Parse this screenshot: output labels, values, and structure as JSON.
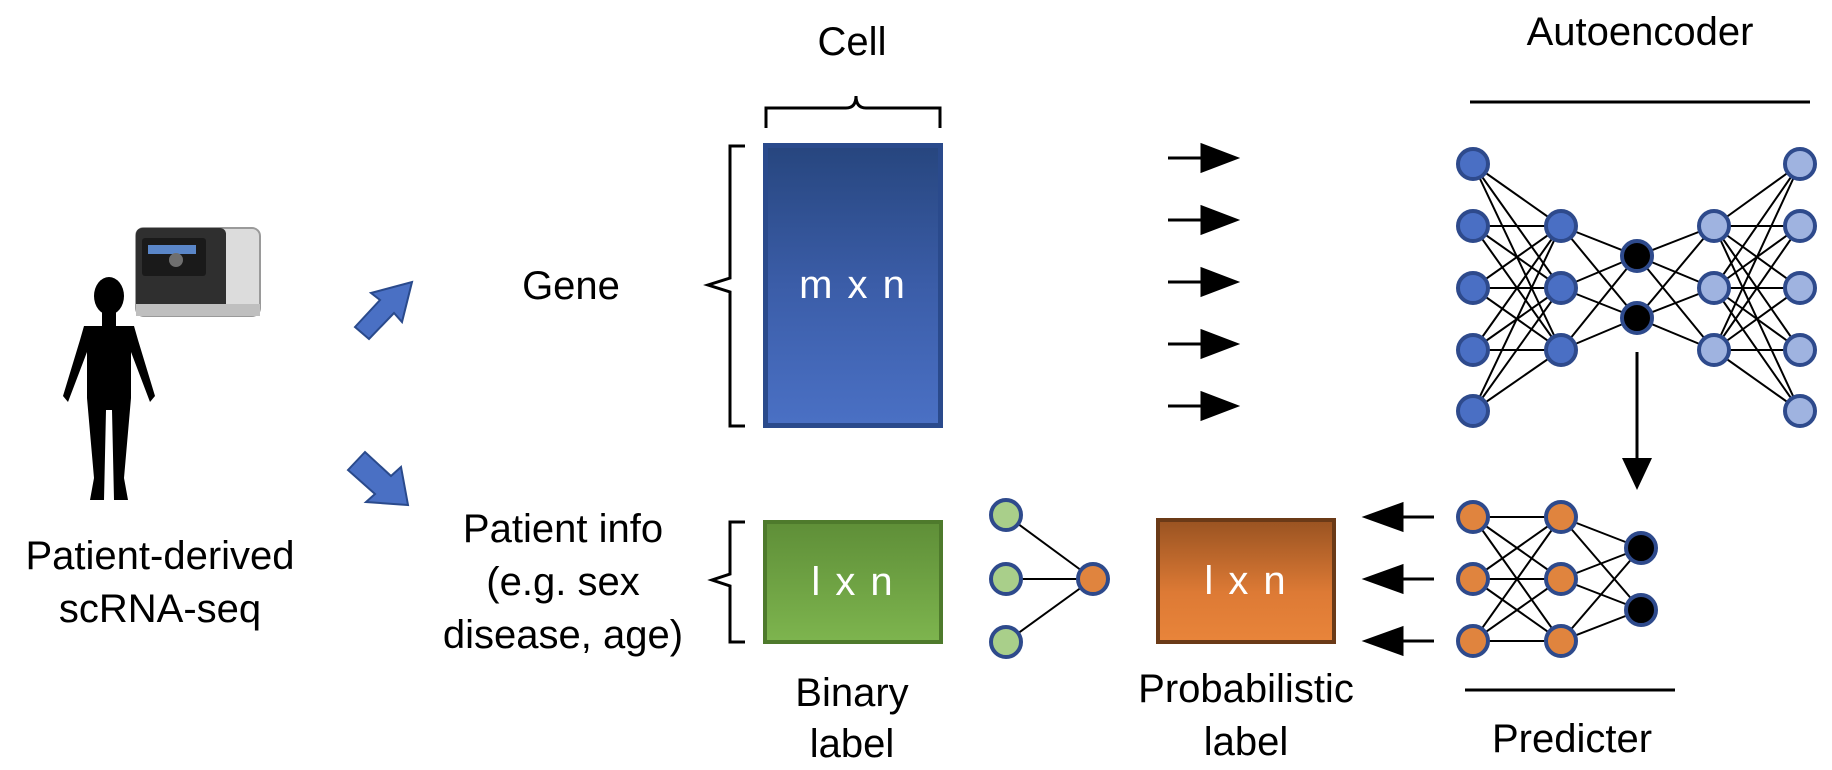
{
  "labels": {
    "source_line1": "Patient-derived",
    "source_line2": "scRNA-seq",
    "cell": "Cell",
    "gene": "Gene",
    "patient_info_line1": "Patient info",
    "patient_info_line2": "(e.g. sex",
    "patient_info_line3": "disease, age)",
    "binary_label_line1": "Binary",
    "binary_label_line2": "label",
    "probabilistic_label_line1": "Probabilistic",
    "probabilistic_label_line2": "label",
    "autoencoder": "Autoencoder",
    "predicter": "Predicter"
  },
  "boxes": {
    "matrix": "m x n",
    "binary": "l x n",
    "probabilistic": "l x n"
  },
  "colors": {
    "blue_node": "#4a6fc4",
    "light_blue_node": "#9fb3e0",
    "dark_node": "#000000",
    "orange_node": "#e0843e",
    "green_node": "#a9cf8a",
    "node_stroke": "#2e4a8c",
    "arrow_blue": "#4a70c4"
  },
  "icons": [
    "person-silhouette-icon",
    "sequencer-machine-icon"
  ]
}
